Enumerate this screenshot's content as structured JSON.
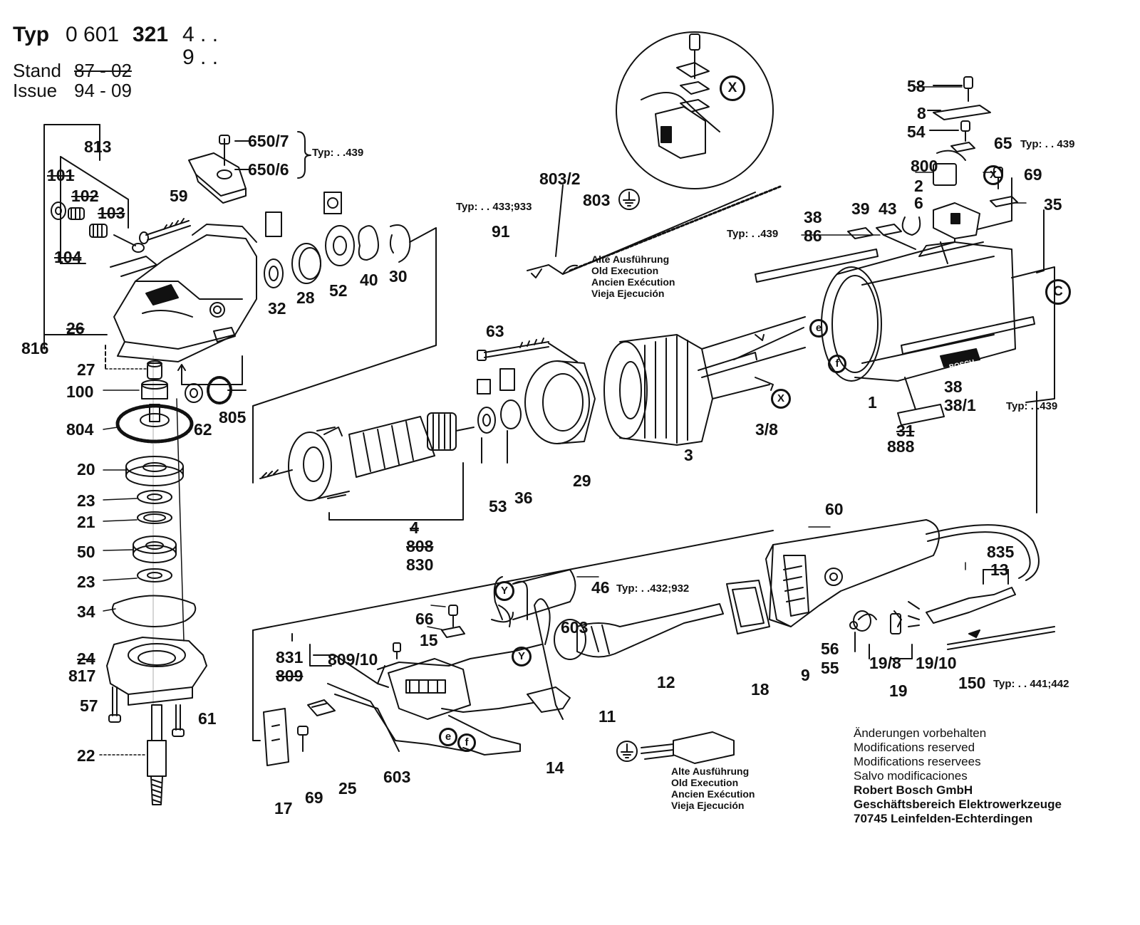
{
  "header": {
    "typ_label": "Typ",
    "typ_prefix": "0 601",
    "typ_bold": "321",
    "variant_1": "4 . .",
    "variant_2": "9 . .",
    "stand_label": "Stand",
    "stand_value": "87 - 02",
    "issue_label": "Issue",
    "issue_value": "94 - 09"
  },
  "part_labels": {
    "p813": "813",
    "p101": "101",
    "p102": "102",
    "p103": "103",
    "p104": "104",
    "p26": "26",
    "p816": "816",
    "p27": "27",
    "p100": "100",
    "p804": "804",
    "p20": "20",
    "p23a": "23",
    "p21": "21",
    "p50": "50",
    "p23b": "23",
    "p34": "34",
    "p24": "24",
    "p817": "817",
    "p57": "57",
    "p61": "61",
    "p22": "22",
    "p59": "59",
    "p650_7": "650/7",
    "p650_6": "650/6",
    "p62": "62",
    "p805": "805",
    "p32": "32",
    "p28": "28",
    "p52": "52",
    "p40": "40",
    "p30": "30",
    "p91": "91",
    "p803_2": "803/2",
    "p803": "803",
    "p63": "63",
    "p53": "53",
    "p36": "36",
    "p29": "29",
    "p3": "3",
    "p3_8": "3/8",
    "p4": "4",
    "p808": "808",
    "p830": "830",
    "p58": "58",
    "p8": "8",
    "p54": "54",
    "p65": "65",
    "p800": "800",
    "p69a": "69",
    "p2": "2",
    "p6": "6",
    "p35": "35",
    "p39": "39",
    "p43": "43",
    "p38a": "38",
    "p86": "86",
    "p1": "1",
    "p38b": "38",
    "p38_1": "38/1",
    "p31": "31",
    "p888": "888",
    "p60": "60",
    "p835": "835",
    "p13": "13",
    "p46": "46",
    "p66": "66",
    "p15": "15",
    "p831": "831",
    "p809_10": "809/10",
    "p809": "809",
    "p603a": "603",
    "p12": "12",
    "p18": "18",
    "p9": "9",
    "p56": "56",
    "p55": "55",
    "p19_8": "19/8",
    "p19_10": "19/10",
    "p19": "19",
    "p150": "150",
    "p11": "11",
    "p14": "14",
    "p603b": "603",
    "p17": "17",
    "p69b": "69",
    "p25": "25"
  },
  "typ_notes": {
    "t439a": "Typ: . .439",
    "t433": "Typ: . . 433;933",
    "t439b": "Typ: . . 439",
    "t439c": "Typ: . .439",
    "t439d": "Typ: . .439",
    "t432": "Typ: . .432;932",
    "t441": "Typ: . . 441;442"
  },
  "markers": {
    "X": "X",
    "e": "e",
    "f": "f",
    "C": "C",
    "Y": "Y"
  },
  "old_execution": [
    "Alte Ausführung",
    "Old Execution",
    "Ancien Exécution",
    "Vieja Ejecución"
  ],
  "footer_notes": {
    "lines": [
      "Änderungen vorbehalten",
      "Modifications reserved",
      "Modifications reservees",
      "Salvo modificaciones"
    ],
    "company": [
      "Robert Bosch GmbH",
      "Geschäftsbereich Elektrowerkzeuge",
      "70745 Leinfelden-Echterdingen"
    ]
  },
  "brand_on_housing": "BOSCH"
}
